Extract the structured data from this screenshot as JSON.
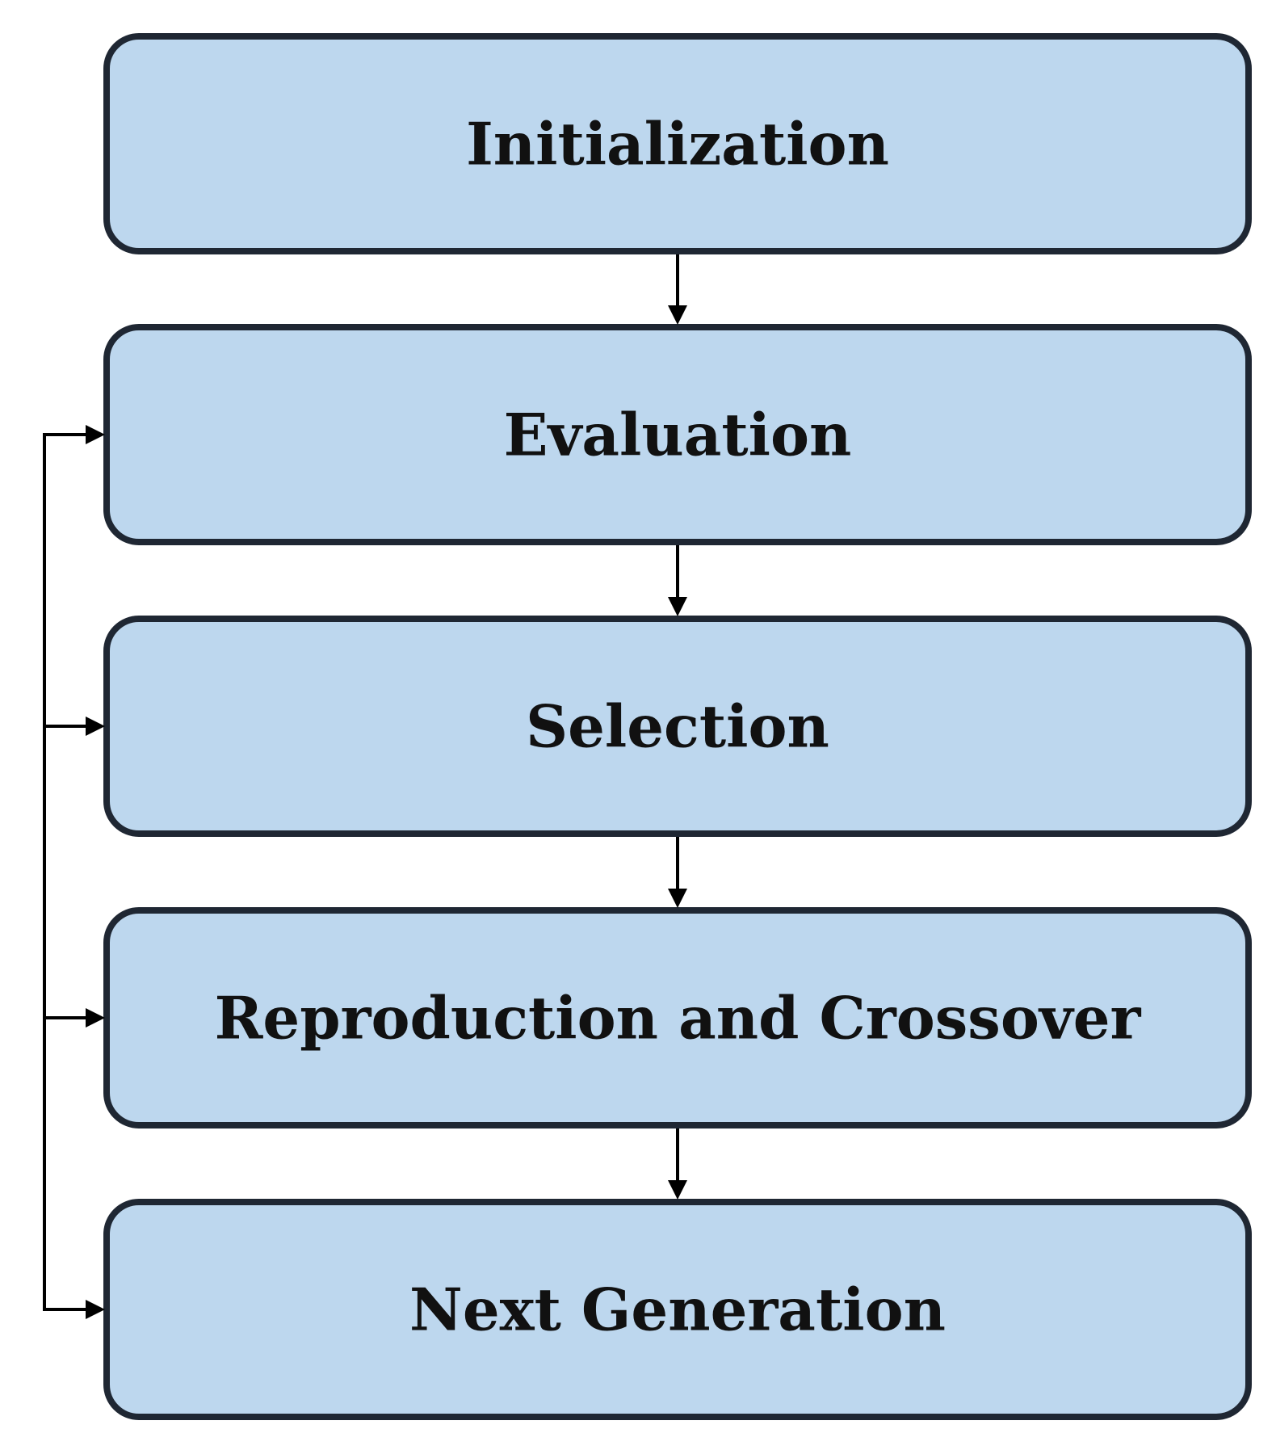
{
  "diagram": {
    "colors": {
      "box_fill": "#bdd7ee",
      "box_stroke": "#1f2733",
      "arrow": "#000000",
      "text": "#111111"
    },
    "steps": [
      {
        "id": "initialization",
        "label": "Initialization"
      },
      {
        "id": "evaluation",
        "label": "Evaluation"
      },
      {
        "id": "selection",
        "label": "Selection"
      },
      {
        "id": "reproduction-and-crossover",
        "label": "Reproduction and Crossover"
      },
      {
        "id": "next-generation",
        "label": "Next Generation"
      }
    ],
    "edges": [
      {
        "from": "initialization",
        "to": "evaluation"
      },
      {
        "from": "evaluation",
        "to": "selection"
      },
      {
        "from": "selection",
        "to": "reproduction-and-crossover"
      },
      {
        "from": "reproduction-and-crossover",
        "to": "next-generation"
      }
    ],
    "feedback_loop": {
      "targets": [
        "evaluation",
        "selection",
        "reproduction-and-crossover",
        "next-generation"
      ]
    }
  }
}
